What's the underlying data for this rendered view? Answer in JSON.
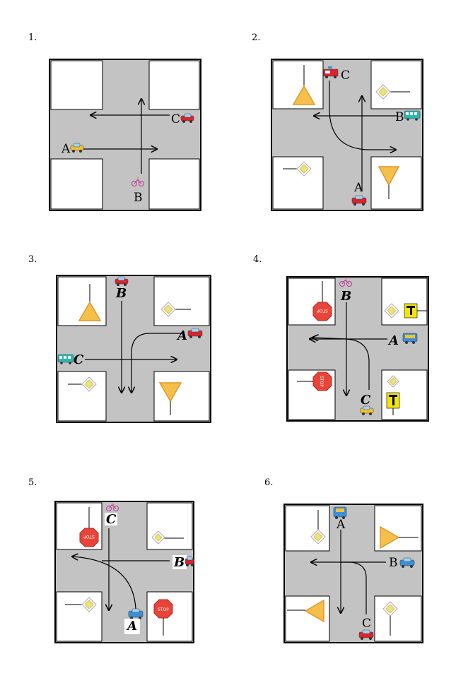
{
  "diagrams": [
    {
      "number": "1.",
      "labels": {
        "A": "A",
        "B": "B",
        "C": "C"
      }
    },
    {
      "number": "2.",
      "labels": {
        "A": "A",
        "B": "B",
        "C": "C"
      }
    },
    {
      "number": "3.",
      "labels": {
        "A": "A",
        "B": "B",
        "C": "C"
      }
    },
    {
      "number": "4.",
      "labels": {
        "A": "A",
        "B": "B",
        "C": "C"
      }
    },
    {
      "number": "5.",
      "labels": {
        "A": "A",
        "B": "B",
        "C": "C"
      }
    },
    {
      "number": "6.",
      "labels": {
        "A": "A",
        "B": "B",
        "C": "C"
      }
    }
  ],
  "colors": {
    "road": "#c3c3c3",
    "corner": "#ffffff",
    "border": "#000000",
    "yield_sign": "#f5c04a",
    "priority_sign": "#f0e27a",
    "stop_sign": "#e8443a",
    "car_red": "#d9232e",
    "car_yellow": "#f2c230",
    "bus_blue": "#3a8fd8",
    "tram_teal": "#2ab7b0"
  },
  "icons": [
    "car-icon",
    "bicycle-icon",
    "bus-icon",
    "tram-icon",
    "fire-truck-icon",
    "yield-sign-icon",
    "priority-road-sign-icon",
    "stop-sign-icon",
    "tram-stop-sign-icon"
  ]
}
